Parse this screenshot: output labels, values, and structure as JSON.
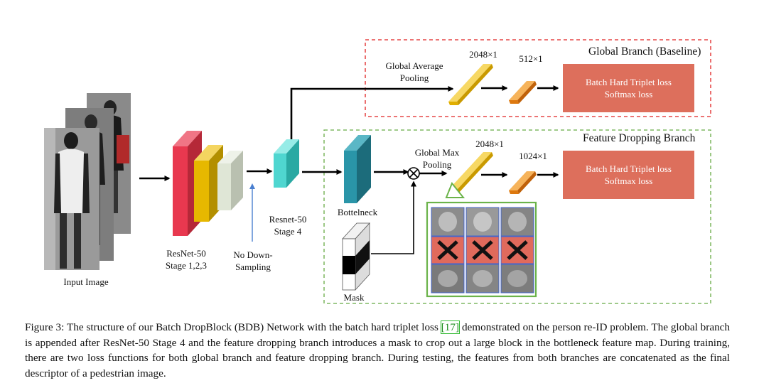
{
  "labels": {
    "input_image": "Input Image",
    "resnet_stage123_line1": "ResNet-50",
    "resnet_stage123_line2": "Stage 1,2,3",
    "no_down_sampling_line1": "No Down-",
    "no_down_sampling_line2": "Sampling",
    "resnet_stage4_line1": "Resnet-50",
    "resnet_stage4_line2": "Stage 4",
    "bottleneck": "Bottelneck",
    "mask": "Mask",
    "global_avg_pool_line1": "Global Average",
    "global_avg_pool_line2": "Pooling",
    "global_max_pool_line1": "Global Max",
    "global_max_pool_line2": "Pooling",
    "dim_global_1": "2048×1",
    "dim_global_2": "512×1",
    "dim_drop_1": "2048×1",
    "dim_drop_2": "1024×1"
  },
  "branches": {
    "global_title": "Global Branch (Baseline)",
    "global_loss_line1": "Batch Hard Triplet loss",
    "global_loss_line2": "Softmax loss",
    "drop_title": "Feature Dropping Branch",
    "drop_loss_line1": "Batch Hard Triplet loss",
    "drop_loss_line2": "Softmax loss"
  },
  "colors": {
    "stage1": "#e8384f",
    "stage2": "#e6b800",
    "stage3": "#dfe6d6",
    "stage4": "#4fd6d0",
    "bottleneck": "#2a95a8",
    "global_box_border": "#e02020",
    "drop_box_border": "#66aa44",
    "loss_box": "#dd6f5c",
    "vec_yellow": "#f2c318",
    "vec_orange": "#ee8a12",
    "featmap_border": "#6bb34a",
    "arrow_blue": "#4a7fd0"
  },
  "caption": {
    "part1": "Figure 3: The structure of our Batch DropBlock (BDB) Network with the batch hard triplet loss ",
    "ref": "[17]",
    "part2": " demonstrated on the person re-ID problem. The global branch is appended after ResNet-50 Stage 4 and the feature dropping branch introduces a mask to crop out a large block in the bottleneck feature map. During training, there are two loss functions for both global branch and feature dropping branch. During testing, the features from both branches are concatenated as the final descriptor of a pedestrian image."
  }
}
